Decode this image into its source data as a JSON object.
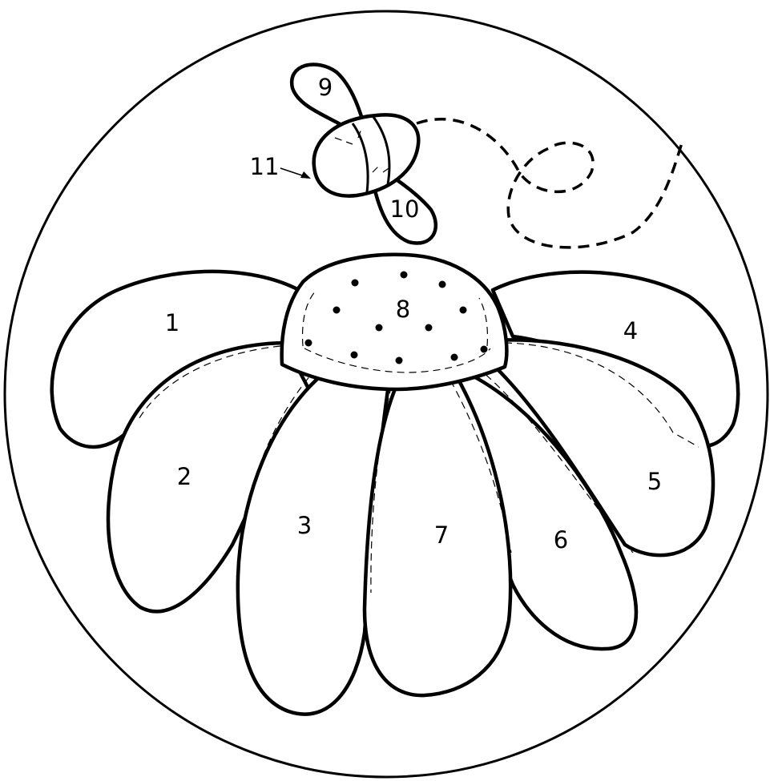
{
  "labels": {
    "petal_1": "1",
    "petal_2": "2",
    "petal_3": "3",
    "petal_4": "4",
    "petal_5": "5",
    "petal_6": "6",
    "petal_7": "7",
    "flower_center": "8",
    "bee_wing_top": "9",
    "bee_wing_bottom": "10",
    "bee_body": "11"
  },
  "colors": {
    "line": "#000000",
    "background": "#ffffff"
  }
}
